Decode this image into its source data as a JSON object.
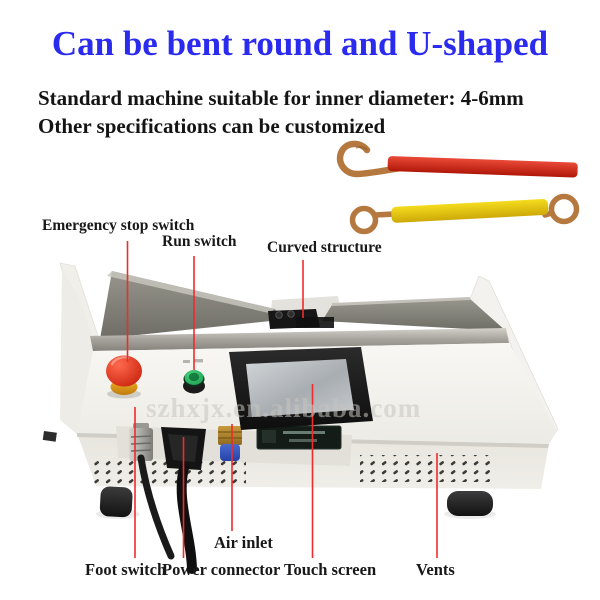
{
  "title": {
    "text": "Can be bent round and U-shaped"
  },
  "subtitle": {
    "line1": "Standard machine suitable for inner diameter: 4-6mm",
    "line2": "Other specifications can be customized"
  },
  "annotations": {
    "emergency_stop": "Emergency stop switch",
    "run_switch": "Run switch",
    "curved_structure": "Curved structure",
    "foot_switch": "Foot switch",
    "power_connector": "Power connector",
    "air_inlet": "Air inlet",
    "touch_screen": "Touch screen",
    "vents": "Vents"
  },
  "watermark": "szhxjx.en.alibaba.com",
  "colors": {
    "title-blue": "#2b2bef",
    "annotation-red": "#ef2b2b",
    "estop-red": "#d92008",
    "estop-base-yellow": "#e09a18",
    "run-green": "#1fa856",
    "sleeve-red": "#cf1f10",
    "sleeve-yellow": "#e8cb10",
    "copper": "#b5793f",
    "machine-body": "#f3f2ee",
    "tray-gray": "#8a887f"
  }
}
